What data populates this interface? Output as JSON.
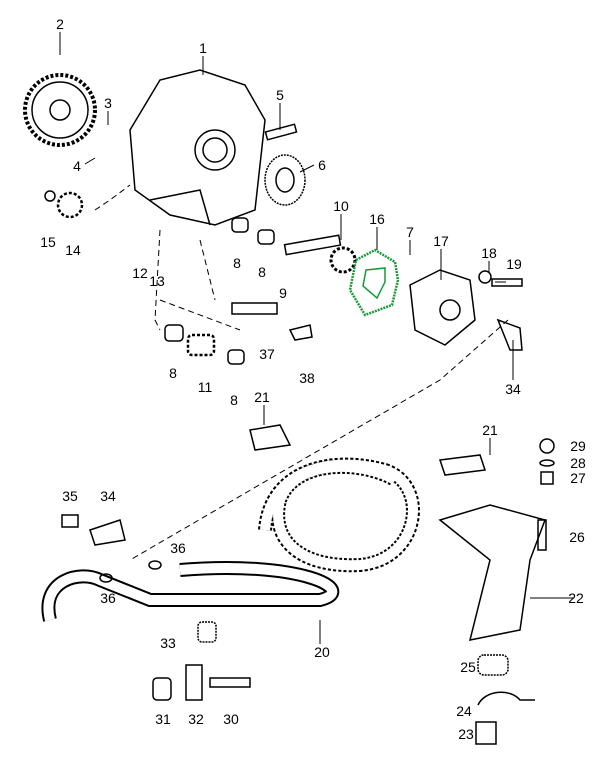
{
  "title": "Exploded parts diagram",
  "highlight_color": "#1a9a3a",
  "highlighted_part": "16",
  "labels": [
    "1",
    "2",
    "3",
    "4",
    "5",
    "6",
    "7",
    "8",
    "8",
    "8",
    "8",
    "9",
    "10",
    "11",
    "12",
    "13",
    "14",
    "15",
    "16",
    "17",
    "18",
    "19",
    "20",
    "21",
    "21",
    "22",
    "23",
    "24",
    "25",
    "26",
    "27",
    "28",
    "29",
    "30",
    "31",
    "32",
    "33",
    "34",
    "34",
    "35",
    "36",
    "36",
    "37",
    "38"
  ]
}
